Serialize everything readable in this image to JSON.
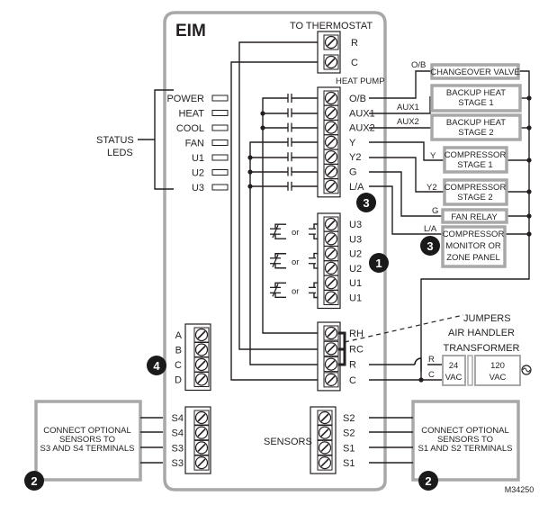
{
  "module": {
    "title": "EIM",
    "thermostat_header": "TO THERMOSTAT",
    "thermostat_terminals": [
      "R",
      "C"
    ],
    "heat_pump_header": "HEAT PUMP",
    "heat_pump_terminals": [
      "O/B",
      "AUX1",
      "AUX2",
      "Y",
      "Y2",
      "G",
      "L/A"
    ],
    "universal_terminals": [
      "U3",
      "U3",
      "U2",
      "U2",
      "U1",
      "U1"
    ],
    "contact_or": "or",
    "power_terminals": [
      "RH",
      "RC",
      "R",
      "C"
    ],
    "abcd_terminals": [
      "A",
      "B",
      "C",
      "D"
    ],
    "s3s4_terminals": [
      "S4",
      "S4",
      "S3",
      "S3"
    ],
    "sensors_label": "SENSORS",
    "s1s2_terminals": [
      "S2",
      "S2",
      "S1",
      "S1"
    ]
  },
  "status_leds": {
    "label_line1": "STATUS",
    "label_line2": "LEDS",
    "items": [
      "POWER",
      "HEAT",
      "COOL",
      "FAN",
      "U1",
      "U2",
      "U3"
    ]
  },
  "equipment": {
    "wire_labels": [
      "O/B",
      "AUX1",
      "AUX2",
      "Y",
      "Y2",
      "G",
      "L/A"
    ],
    "changeover_valve": "CHANGEOVER VALVE",
    "backup_heat_1": [
      "BACKUP HEAT",
      "STAGE 1"
    ],
    "backup_heat_2": [
      "BACKUP HEAT",
      "STAGE 2"
    ],
    "compressor_1": [
      "COMPRESSOR",
      "STAGE 1"
    ],
    "compressor_2": [
      "COMPRESSOR",
      "STAGE 2"
    ],
    "fan_relay": "FAN RELAY",
    "compressor_monitor": [
      "COMPRESSOR",
      "MONITOR OR",
      "ZONE PANEL"
    ]
  },
  "transformer": {
    "jumpers_label": "JUMPERS",
    "title_line1": "AIR HANDLER",
    "title_line2": "TRANSFORMER",
    "r_label": "R",
    "c_label": "C",
    "secondary": [
      "24",
      "VAC"
    ],
    "primary": [
      "120",
      "VAC"
    ]
  },
  "sensor_boxes": {
    "left": [
      "CONNECT OPTIONAL",
      "SENSORS TO",
      "S3 AND S4 TERMINALS"
    ],
    "right": [
      "CONNECT OPTIONAL",
      "SENSORS TO",
      "S1 AND S2 TERMINALS"
    ]
  },
  "callouts": {
    "one": "1",
    "two_left": "2",
    "two_right": "2",
    "three_a": "3",
    "three_b": "3",
    "four": "4"
  },
  "figure_id": "M34250"
}
